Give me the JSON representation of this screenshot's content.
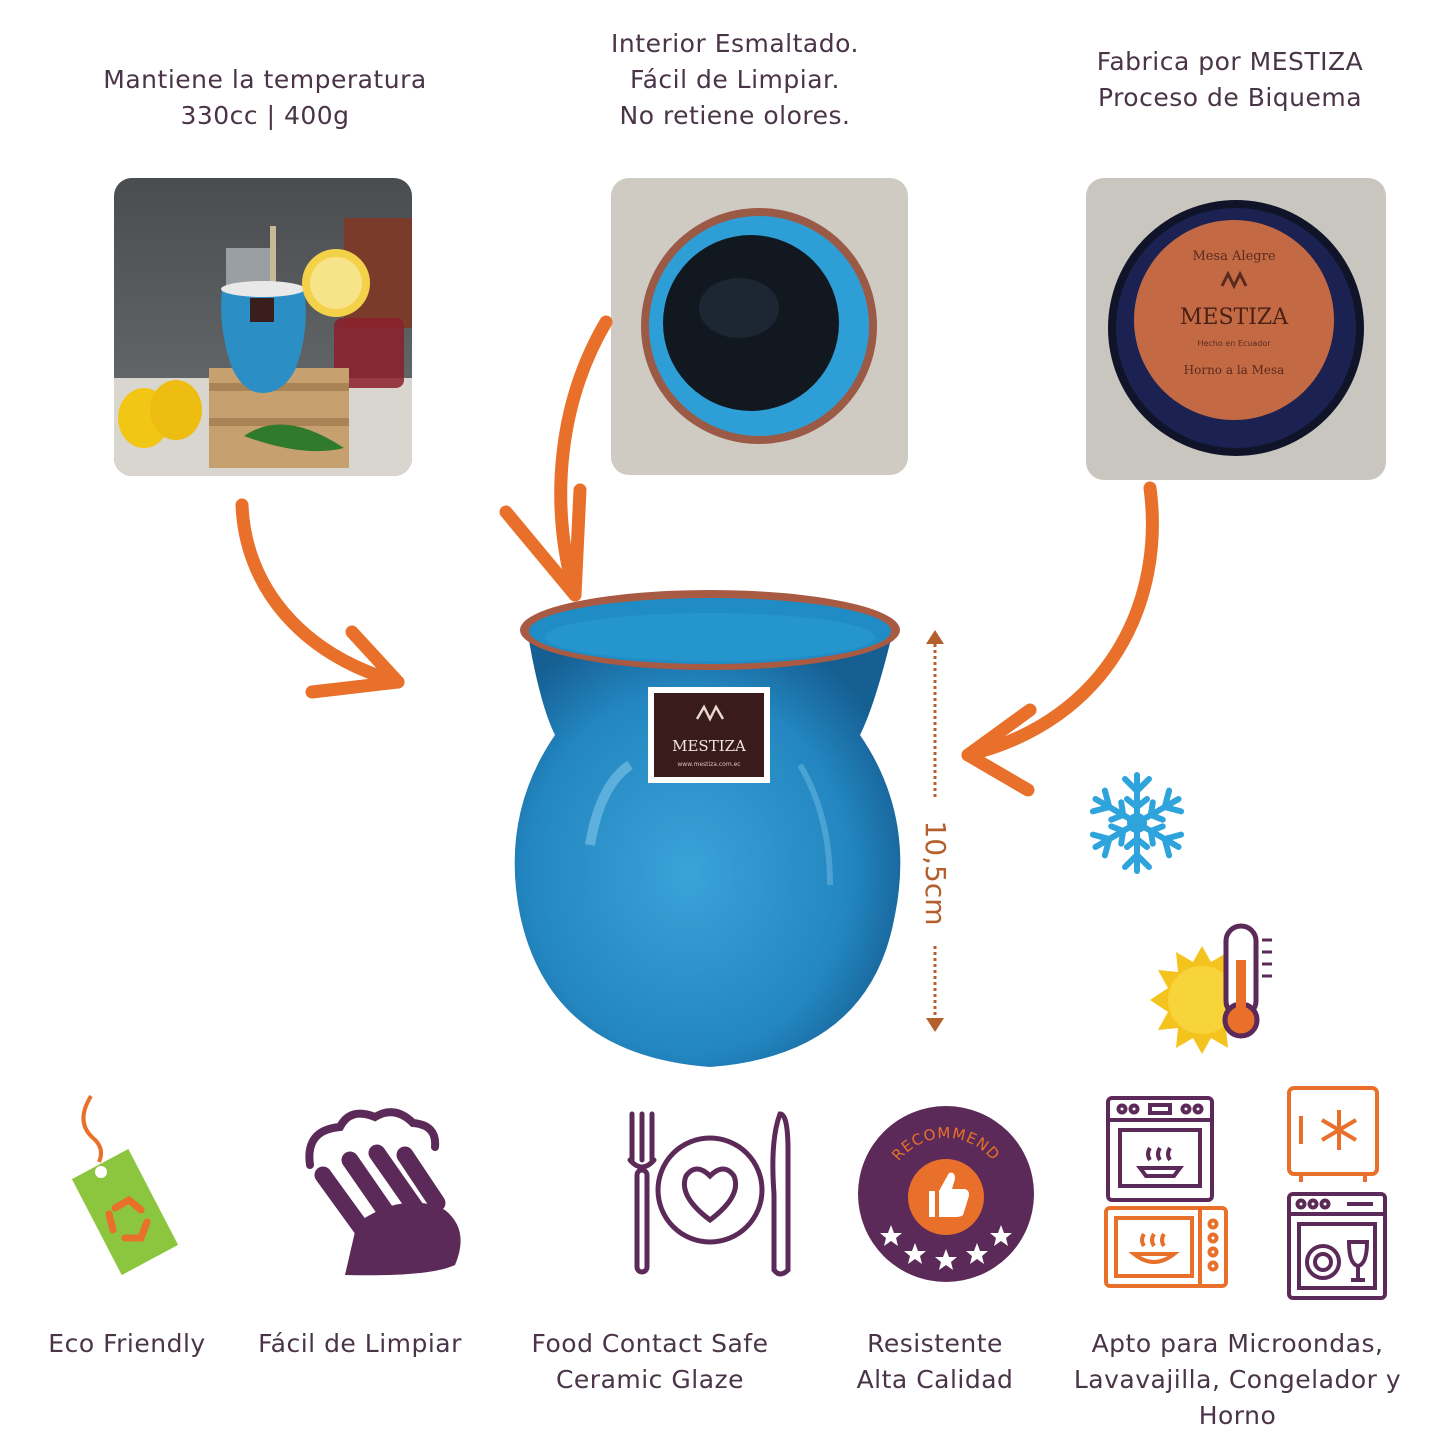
{
  "top_features": [
    {
      "lines": [
        "Mantiene la temperatura",
        "330cc | 400g"
      ]
    },
    {
      "lines": [
        "Interior Esmaltado.",
        "Fácil de Limpiar.",
        "No retiene olores."
      ]
    },
    {
      "lines": [
        "Fabrica por MESTIZA",
        "Proceso de Biquema"
      ]
    }
  ],
  "brand": {
    "name": "MESTIZA",
    "url": "www.mestiza.com.ec",
    "base_stamp": {
      "top": "Mesa Alegre",
      "made_in": "Hecho en Ecuador",
      "bottom": "Horno a la Mesa"
    }
  },
  "dimension": {
    "label": "10,5cm"
  },
  "badge": {
    "text": "RECOMMEND"
  },
  "bottom_features": [
    {
      "lines": [
        "Eco Friendly"
      ]
    },
    {
      "lines": [
        "Fácil de Limpiar"
      ]
    },
    {
      "lines": [
        "Food Contact Safe",
        "Ceramic Glaze"
      ]
    },
    {
      "lines": [
        "Resistente",
        "Alta Calidad"
      ]
    },
    {
      "lines": [
        "Apto para Microondas,",
        "Lavavajilla, Congelador y",
        "Horno"
      ]
    }
  ],
  "colors": {
    "accent_orange": "#e8702a",
    "text_purple": "#4a3447",
    "icon_purple": "#5b2a58",
    "mug_blue": "#2a8fc6",
    "snow_blue": "#2ea3dc",
    "sun_yellow": "#f5c31d",
    "eco_green": "#8cc63f"
  }
}
